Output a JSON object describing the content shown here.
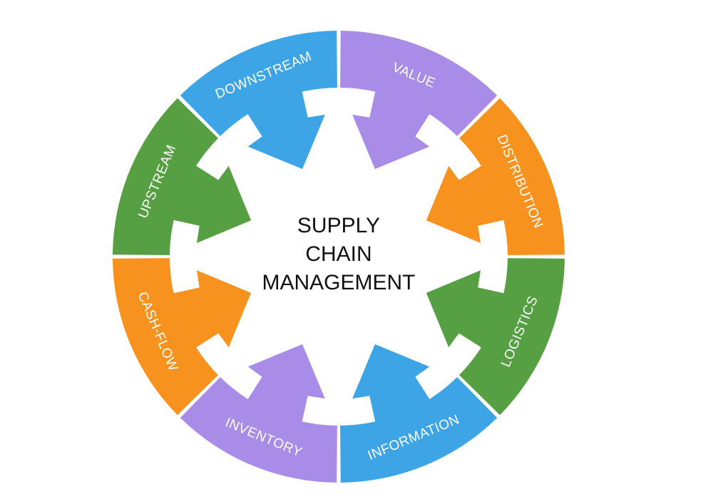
{
  "center": {
    "lines": [
      "SUPPLY",
      "CHAIN",
      "MANAGEMENT"
    ]
  },
  "segments": [
    {
      "label": "VALUE",
      "color": "#A98BE8"
    },
    {
      "label": "DISTRIBUTION",
      "color": "#F7921E"
    },
    {
      "label": "LOGISTICS",
      "color": "#56A043"
    },
    {
      "label": "INFORMATION",
      "color": "#3DA5E6"
    },
    {
      "label": "INVENTORY",
      "color": "#A98BE8"
    },
    {
      "label": "CASH-FLOW",
      "color": "#F7921E"
    },
    {
      "label": "UPSTREAM",
      "color": "#56A043"
    },
    {
      "label": "DOWNSTREAM",
      "color": "#3DA5E6"
    }
  ]
}
